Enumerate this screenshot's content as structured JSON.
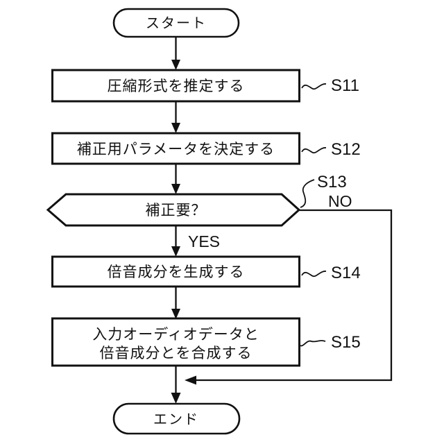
{
  "flowchart": {
    "start_label": "スタート",
    "end_label": "エンド",
    "yes_label": "YES",
    "no_label": "NO",
    "steps": [
      {
        "id": "S11",
        "text": "圧縮形式を推定する"
      },
      {
        "id": "S12",
        "text": "補正用パラメータを決定する"
      },
      {
        "id": "S13",
        "text": "補正要？"
      },
      {
        "id": "S14",
        "text": "倍音成分を生成する"
      },
      {
        "id": "S15",
        "text_line1": "入力オーディオデータと",
        "text_line2": "倍音成分とを合成する"
      }
    ],
    "colors": {
      "stroke": "#111111",
      "background": "#ffffff"
    }
  }
}
